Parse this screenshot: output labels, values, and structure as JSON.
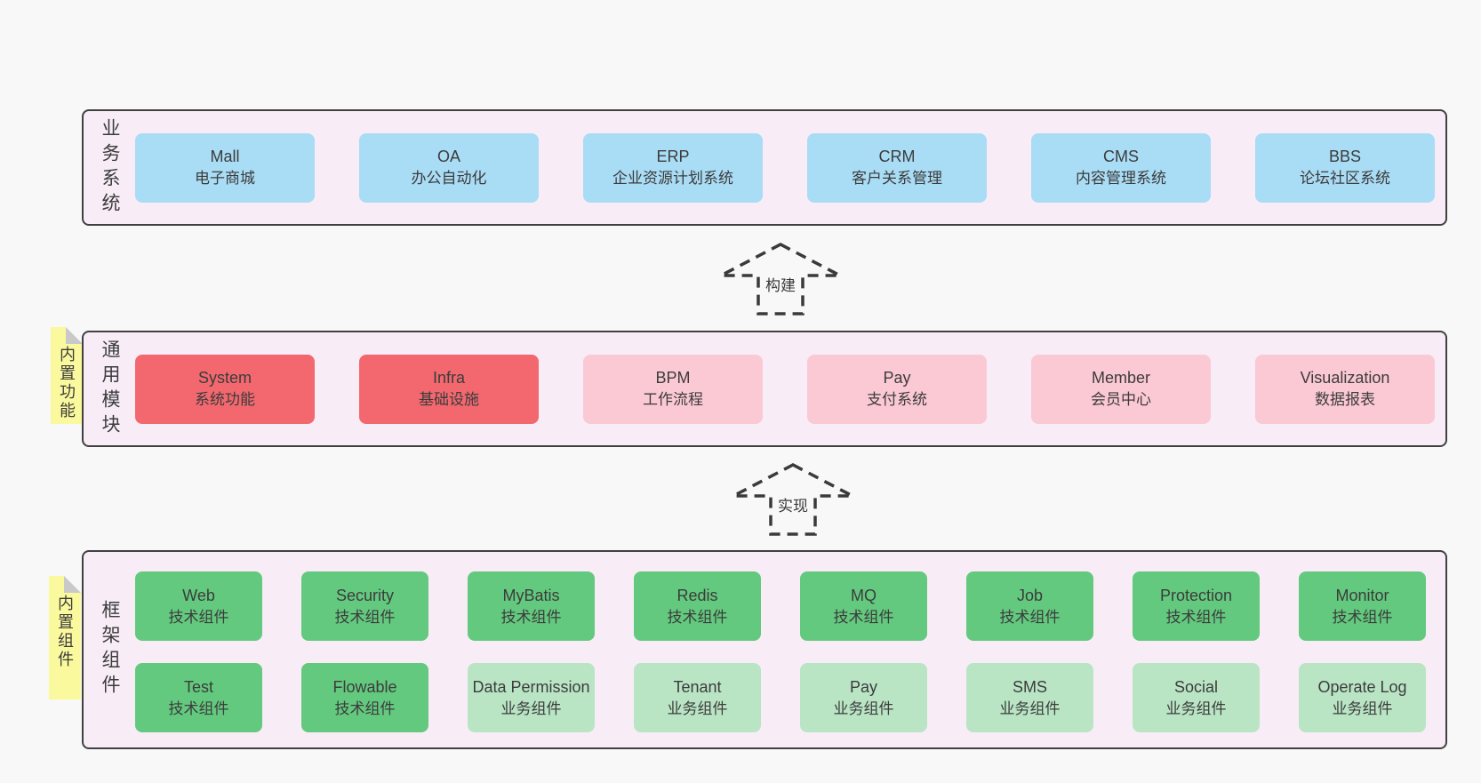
{
  "diagram": {
    "arrows": [
      {
        "label": "构建"
      },
      {
        "label": "实现"
      }
    ],
    "layers": [
      {
        "label": "业务系统",
        "boxes": [
          {
            "name": "Mall",
            "desc": "电子商城",
            "type": "blue"
          },
          {
            "name": "OA",
            "desc": "办公自动化",
            "type": "blue"
          },
          {
            "name": "ERP",
            "desc": "企业资源计划系统",
            "type": "blue"
          },
          {
            "name": "CRM",
            "desc": "客户关系管理",
            "type": "blue"
          },
          {
            "name": "CMS",
            "desc": "内容管理系统",
            "type": "blue"
          },
          {
            "name": "BBS",
            "desc": "论坛社区系统",
            "type": "blue"
          }
        ]
      },
      {
        "label": "通用模块",
        "note": "内置功能",
        "boxes": [
          {
            "name": "System",
            "desc": "系统功能",
            "type": "red"
          },
          {
            "name": "Infra",
            "desc": "基础设施",
            "type": "red"
          },
          {
            "name": "BPM",
            "desc": "工作流程",
            "type": "pink"
          },
          {
            "name": "Pay",
            "desc": "支付系统",
            "type": "pink"
          },
          {
            "name": "Member",
            "desc": "会员中心",
            "type": "pink"
          },
          {
            "name": "Visualization",
            "desc": "数据报表",
            "type": "pink"
          }
        ]
      },
      {
        "label": "框架组件",
        "note": "内置组件",
        "rows": [
          [
            {
              "name": "Web",
              "desc": "技术组件",
              "type": "green"
            },
            {
              "name": "Security",
              "desc": "技术组件",
              "type": "green"
            },
            {
              "name": "MyBatis",
              "desc": "技术组件",
              "type": "green"
            },
            {
              "name": "Redis",
              "desc": "技术组件",
              "type": "green"
            },
            {
              "name": "MQ",
              "desc": "技术组件",
              "type": "green"
            },
            {
              "name": "Job",
              "desc": "技术组件",
              "type": "green"
            },
            {
              "name": "Protection",
              "desc": "技术组件",
              "type": "green"
            },
            {
              "name": "Monitor",
              "desc": "技术组件",
              "type": "green"
            }
          ],
          [
            {
              "name": "Test",
              "desc": "技术组件",
              "type": "green"
            },
            {
              "name": "Flowable",
              "desc": "技术组件",
              "type": "green"
            },
            {
              "name": "Data Permission",
              "desc": "业务组件",
              "type": "lightgreen"
            },
            {
              "name": "Tenant",
              "desc": "业务组件",
              "type": "lightgreen"
            },
            {
              "name": "Pay",
              "desc": "业务组件",
              "type": "lightgreen"
            },
            {
              "name": "SMS",
              "desc": "业务组件",
              "type": "lightgreen"
            },
            {
              "name": "Social",
              "desc": "业务组件",
              "type": "lightgreen"
            },
            {
              "name": "Operate Log",
              "desc": "业务组件",
              "type": "lightgreen"
            }
          ]
        ]
      }
    ],
    "colors": {
      "page_bg": "#f8f8f8",
      "panel_bg": "#f8edf7",
      "panel_border": "#404040",
      "text": "#3c3c3c",
      "blue": "#a9dcf5",
      "red": "#f2686e",
      "pink": "#fbc9d4",
      "green": "#63c97e",
      "light_green": "#b9e5c5",
      "note_yellow": "#fbf99e",
      "fold_gray": "#c9c9c9"
    }
  }
}
